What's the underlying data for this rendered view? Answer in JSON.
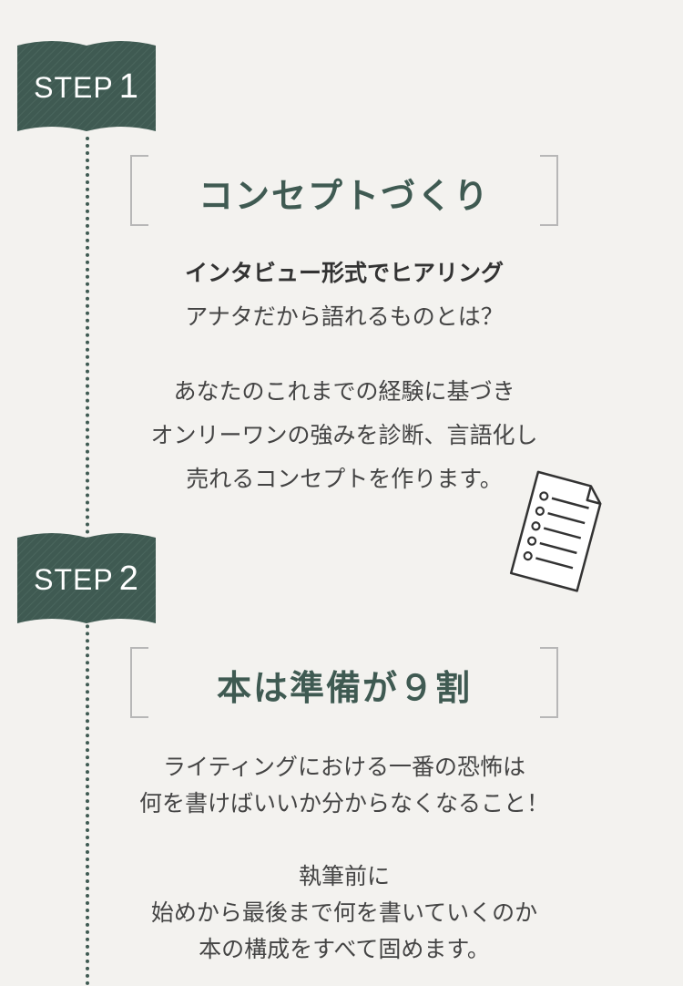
{
  "steps": [
    {
      "label": "STEP",
      "number": "1",
      "title": "コンセプトづくり",
      "subtitle": "インタビュー形式でヒアリング",
      "lead": "アナタだから語れるものとは？",
      "body": [
        "あなたのこれまでの経験に基づき",
        "オンリーワンの強みを診断、言語化し",
        "売れるコンセプトを作ります。"
      ],
      "icon": "document-checklist-icon"
    },
    {
      "label": "STEP",
      "number": "2",
      "title": "本は準備が９割",
      "intro": [
        "ライティングにおける一番の恐怖は",
        "何を書けばいいか分からなくなること！"
      ],
      "body": [
        "執筆前に",
        "始めから最後まで何を書いていくのか",
        "本の構成をすべて固めます。"
      ]
    }
  ],
  "colors": {
    "accent": "#3f5a52",
    "background": "#f3f2ef",
    "bracket": "#b7b7b7",
    "text": "#444444"
  }
}
